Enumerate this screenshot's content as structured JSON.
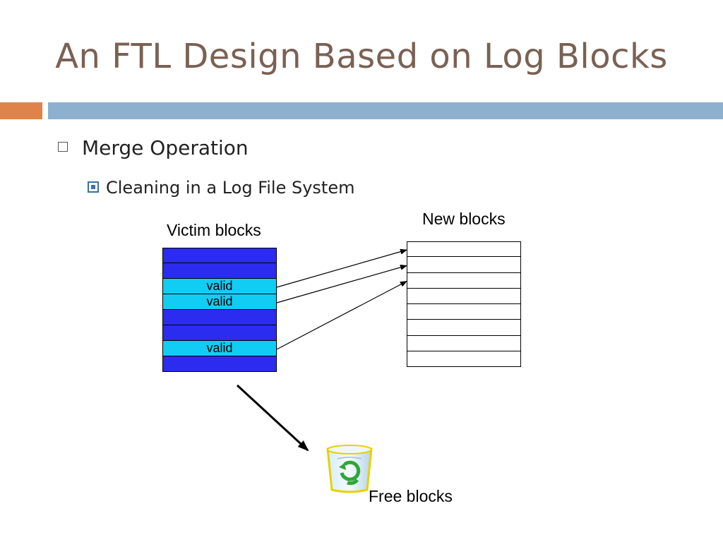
{
  "slide": {
    "title": "An FTL Design Based on Log Blocks",
    "accent_colors": {
      "orange": "#e0834a",
      "blue": "#8eb0cf",
      "title": "#7a6153"
    }
  },
  "bullets": {
    "level1": "Merge Operation",
    "level2": "Cleaning in a Log File System"
  },
  "diagram": {
    "victim_label": "Victim blocks",
    "new_label": "New blocks",
    "free_label": "Free blocks",
    "victim_rows": [
      {
        "state": "blue",
        "text": ""
      },
      {
        "state": "blue",
        "text": ""
      },
      {
        "state": "cyan",
        "text": "valid"
      },
      {
        "state": "cyan",
        "text": "valid"
      },
      {
        "state": "blue",
        "text": ""
      },
      {
        "state": "blue",
        "text": ""
      },
      {
        "state": "cyan",
        "text": "valid"
      },
      {
        "state": "blue",
        "text": ""
      }
    ],
    "new_rows_count": 8,
    "moves": [
      {
        "from_row": 2,
        "to_row": 0
      },
      {
        "from_row": 3,
        "to_row": 1
      },
      {
        "from_row": 6,
        "to_row": 2
      }
    ],
    "icons": {
      "free": "recycle-bin-icon"
    },
    "colors": {
      "invalid": "#2c2cf0",
      "valid": "#12cdf3"
    }
  }
}
